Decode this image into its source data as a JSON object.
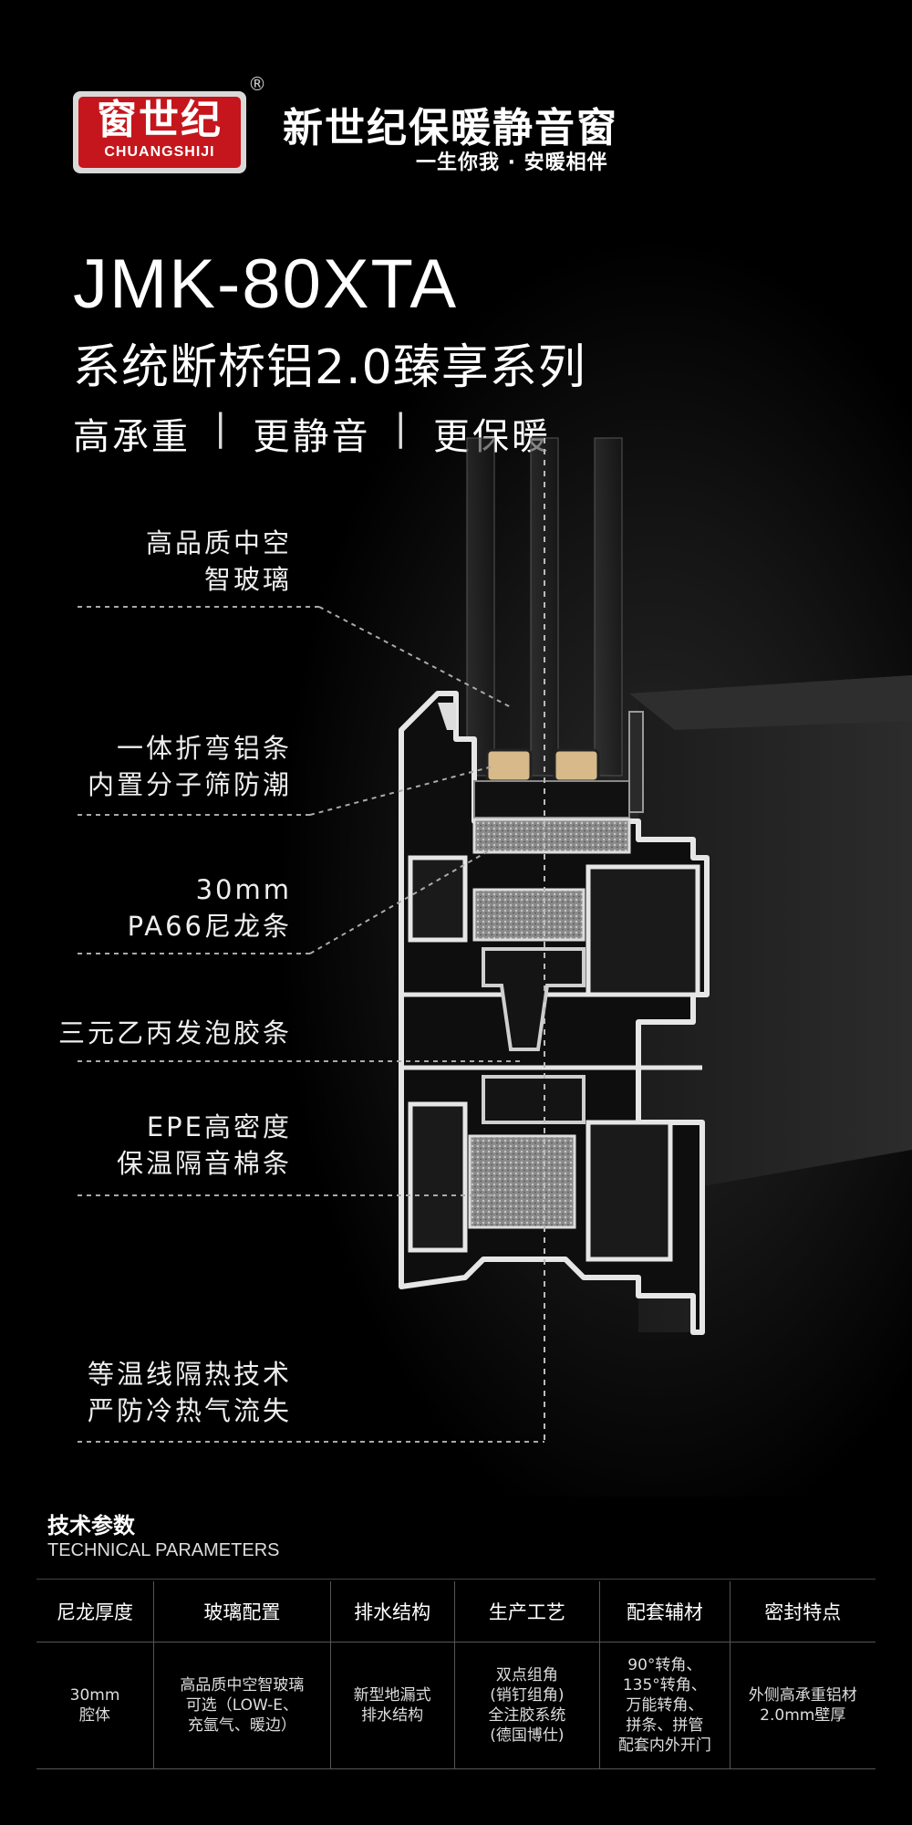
{
  "header": {
    "logo_cn": "窗世纪",
    "logo_en": "CHUANGSHIJI",
    "registered_mark": "®",
    "brand_title": "新世纪保暖静音窗",
    "slogan": "一生你我 · 安暖相伴"
  },
  "product": {
    "model": "JMK-80XTA",
    "series": "系统断桥铝2.0臻享系列",
    "features": [
      "高承重",
      "更静音",
      "更保暖"
    ],
    "separator": "|"
  },
  "annotations": [
    {
      "lines": [
        "高品质中空",
        "智玻璃"
      ]
    },
    {
      "lines": [
        "一体折弯铝条",
        "内置分子筛防潮"
      ]
    },
    {
      "lines": [
        "30mm",
        "PA66尼龙条"
      ]
    },
    {
      "lines": [
        "三元乙丙发泡胶条"
      ]
    },
    {
      "lines": [
        "EPE高密度",
        "保温隔音棉条"
      ]
    },
    {
      "lines": [
        "等温线隔热技术",
        "严防冷热气流失"
      ]
    }
  ],
  "parameters": {
    "title": "技术参数",
    "subtitle": "TECHNICAL PARAMETERS",
    "headers": [
      "尼龙厚度",
      "玻璃配置",
      "排水结构",
      "生产工艺",
      "配套辅材",
      "密封特点"
    ],
    "row": [
      "30mm\n腔体",
      "高品质中空智玻璃\n可选（LOW-E、\n充氩气、暖边）",
      "新型地漏式\n排水结构",
      "双点组角\n(销钉组角)\n全注胶系统\n(德国博仕)",
      "90°转角、\n135°转角、\n万能转角、\n拼条、拼管\n配套内外开门",
      "外侧高承重铝材\n2.0mm壁厚"
    ]
  },
  "colors": {
    "logo_red": "#c4161c",
    "background": "#000000",
    "accent_text": "#ffffff"
  }
}
